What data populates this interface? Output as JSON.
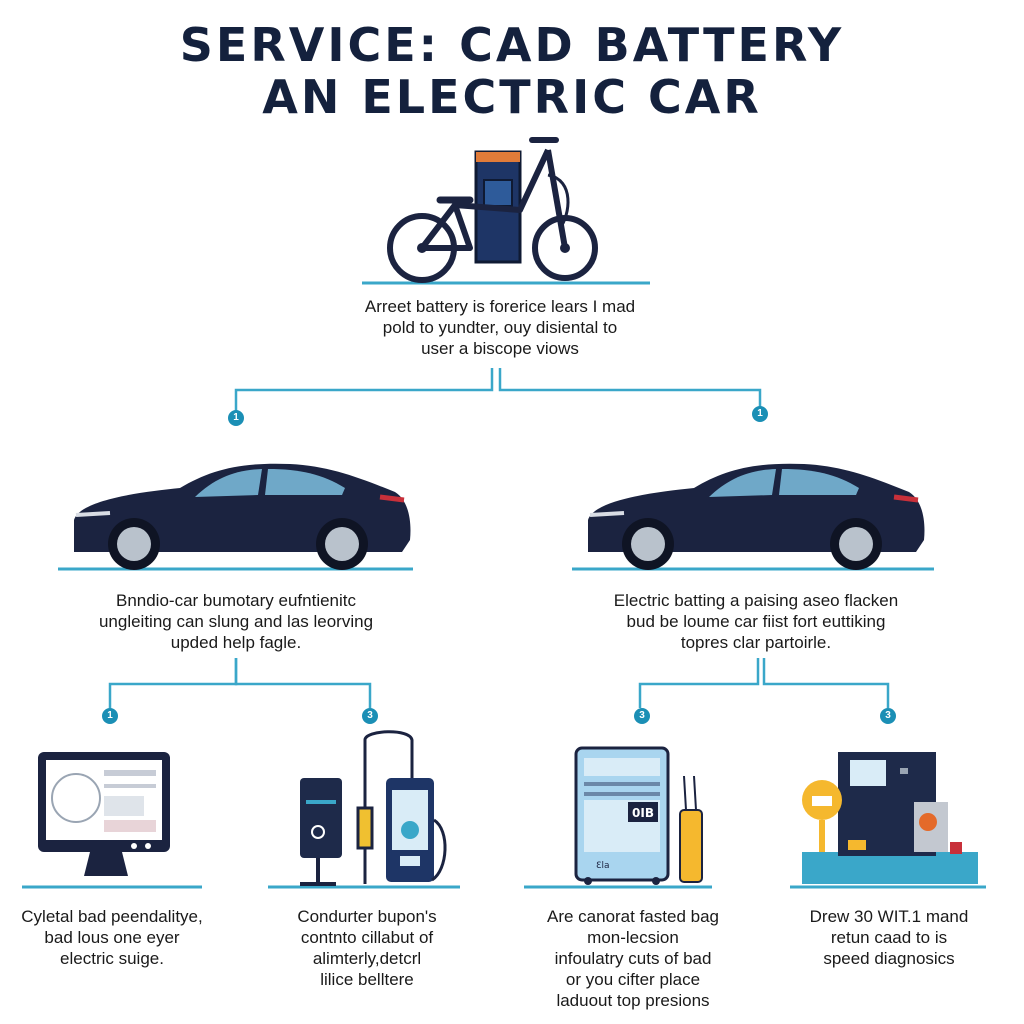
{
  "title": {
    "line1": "SERVICE: CAD BATTERY",
    "line2": "AN ELECTRIC CAR"
  },
  "top_node": {
    "caption": [
      "Arreet battery is forerice lears I mad",
      "pold to yundter, ouy disiental to",
      "user a biscope viows"
    ]
  },
  "left_branch": {
    "badge": "1",
    "caption": [
      "Bnndio-car bumotary eufntienitc",
      "ungleiting can slung and las leorving",
      "upded help fagle."
    ],
    "children": [
      {
        "badge": "1",
        "caption": [
          "Cyletal bad peendalitye,",
          "bad lous one eyer",
          "electric suige."
        ]
      },
      {
        "badge": "3",
        "caption": [
          "Condurter bupon's",
          "contnto cillabut of",
          "alimterly,detcrl",
          "lilice belltere"
        ]
      }
    ]
  },
  "right_branch": {
    "badge": "1",
    "caption": [
      "Electric batting a paising aseo flacken",
      "bud be loume car fiist fort euttiking",
      "topres clar partoirle."
    ],
    "children": [
      {
        "badge": "3",
        "caption": [
          "Are canorat fasted bag",
          "mon-lecsion",
          "infoulatry cuts of bad",
          "or you cifter place",
          "laduout top presions"
        ]
      },
      {
        "badge": "3",
        "caption": [
          "Drew 30 WIT.1 mand",
          "retun caad to is",
          "speed diagnosics"
        ]
      }
    ]
  },
  "device_labels": {
    "machine_display": "0IB",
    "machine_text": "Ɛla"
  },
  "colors": {
    "title": "#14213d",
    "car_body": "#1b2340",
    "accent": "#1b8fb5",
    "line": "#3aa7c9"
  }
}
